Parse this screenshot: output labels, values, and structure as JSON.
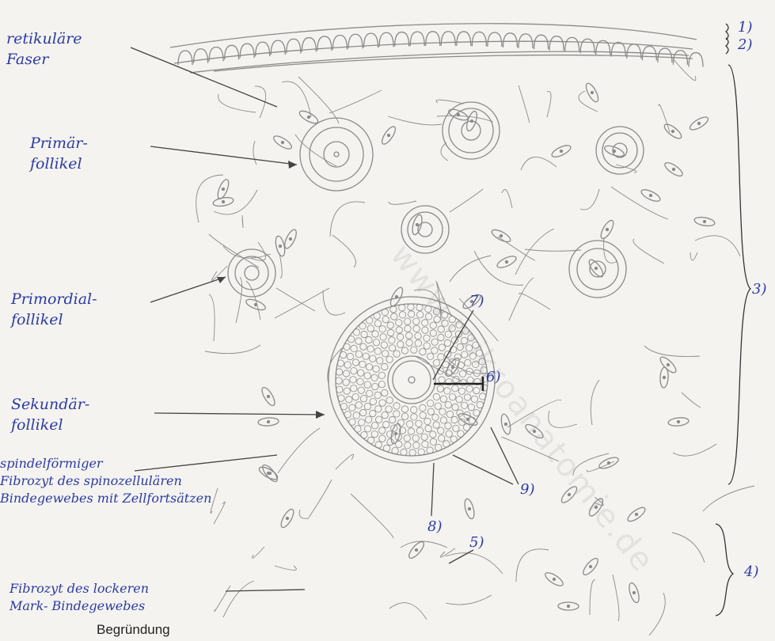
{
  "labels": {
    "retikulaere_faser": "retikuläre\nFaser",
    "primaerfollikel": "Primär-\nfollikel",
    "primordialfollikel": "Primordial-\nfollikel",
    "sekundaerfollikel": "Sekundär-\nfollikel",
    "spindelfoermiger_fibrozyt": "spindelförmiger\nFibrozyt des spinozellulären\nBindegewebes mit Zellfortsätzen",
    "fibrozyt_locker": "Fibrozyt des lockeren\nMark- Bindegewebes"
  },
  "numbers": {
    "n1": "1)",
    "n2": "2)",
    "n3": "3)",
    "n4": "4)",
    "n5": "5)",
    "n6": "6)",
    "n7": "7)",
    "n8": "8)",
    "n9": "9)"
  },
  "footer": "Begründung",
  "watermark": "www.mikroanatomie.de",
  "colors": {
    "pencil": "#8a8a8a",
    "ink": "#2b3aa8",
    "paper": "#f4f3ef"
  }
}
